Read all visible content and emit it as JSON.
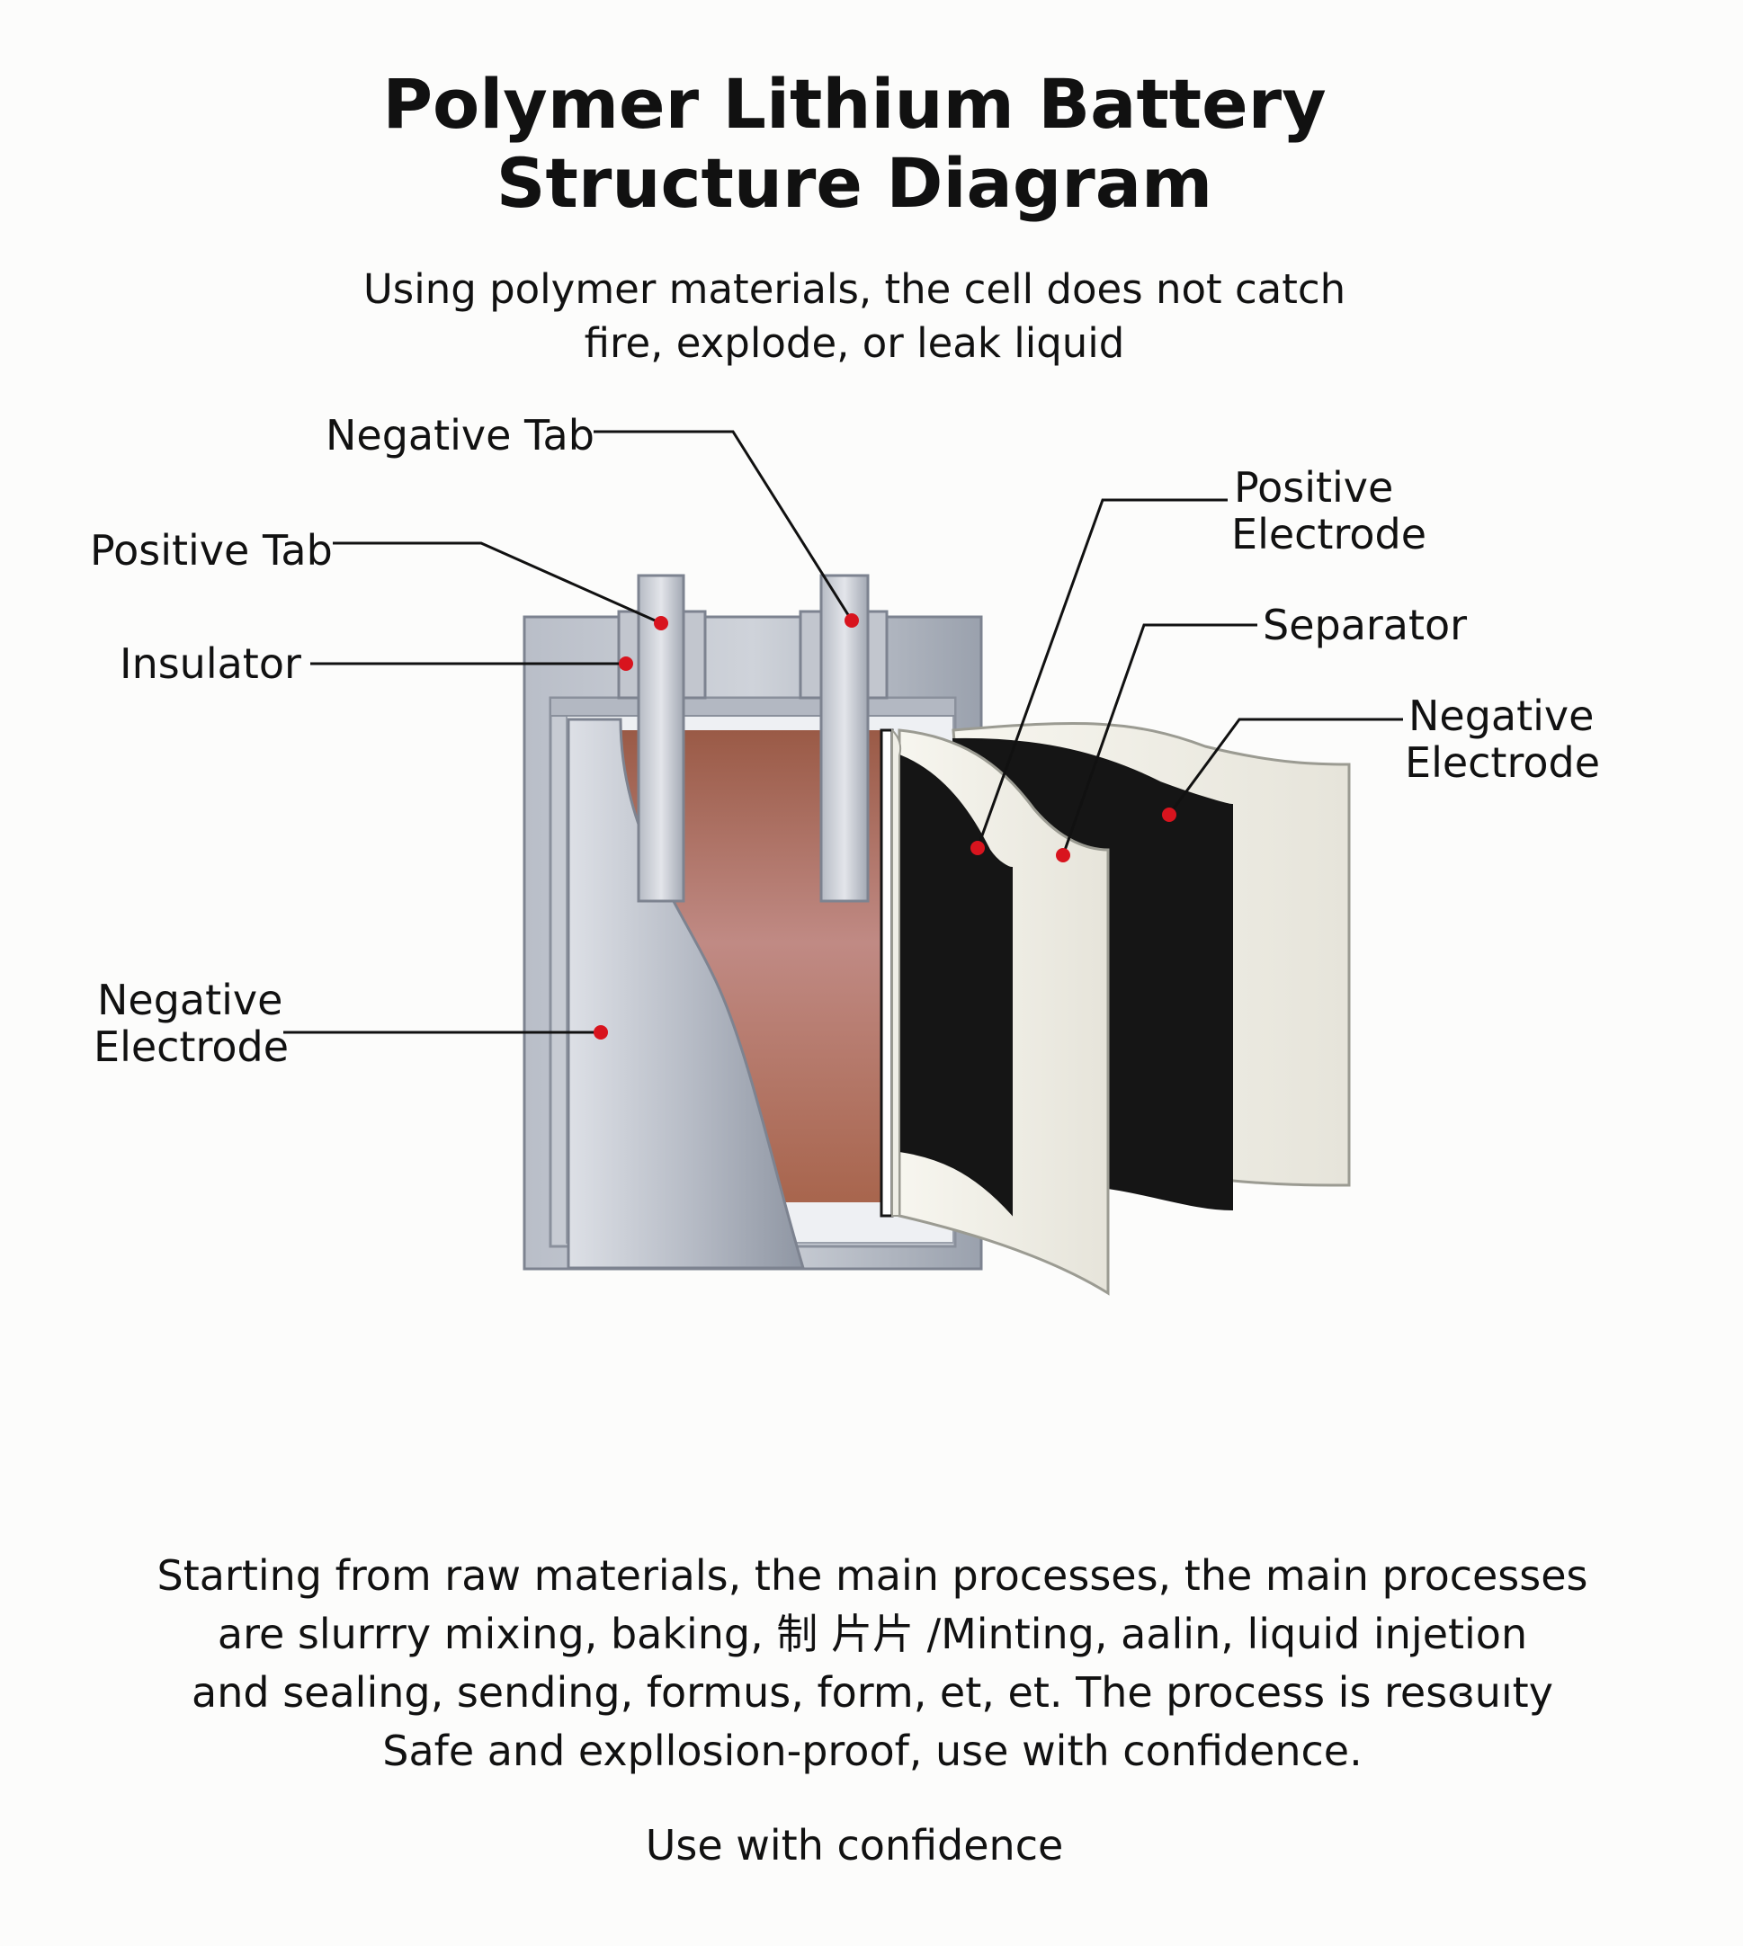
{
  "title_lines": [
    "Polymer Lithium Battery",
    "Structure Diagram"
  ],
  "subtitle_lines": [
    "Using polymer materials, the cell does not catch",
    "fire, explode, or leak liquid"
  ],
  "labels": {
    "negative_tab": "Negative Tab",
    "positive_tab": "Positive Tab",
    "insulator": "Insulator",
    "negative_electrode_left": [
      "Negative",
      "Electrode"
    ],
    "positive_electrode": [
      "Positive",
      "Electrode"
    ],
    "separator": "Separator",
    "negative_electrode_right": [
      "Negative",
      "Electrode"
    ]
  },
  "description_lines": [
    "Starting from raw materials, the main processes, the main processes",
    "are slurrry mixing, baking, 制 片片 /Minting, aalin, liquid injetion",
    "and sealing, sending, formus, form, et, et. The process is resɞuıty",
    "Safe and expllosion-proof, use with confidence."
  ],
  "footer": "Use with confidence",
  "colors": {
    "marker": "#d8141e",
    "casing": "#a7adb8",
    "positive_layer": "#b47a6a",
    "electrode_black": "#151515",
    "separator_white": "#efeee6"
  }
}
